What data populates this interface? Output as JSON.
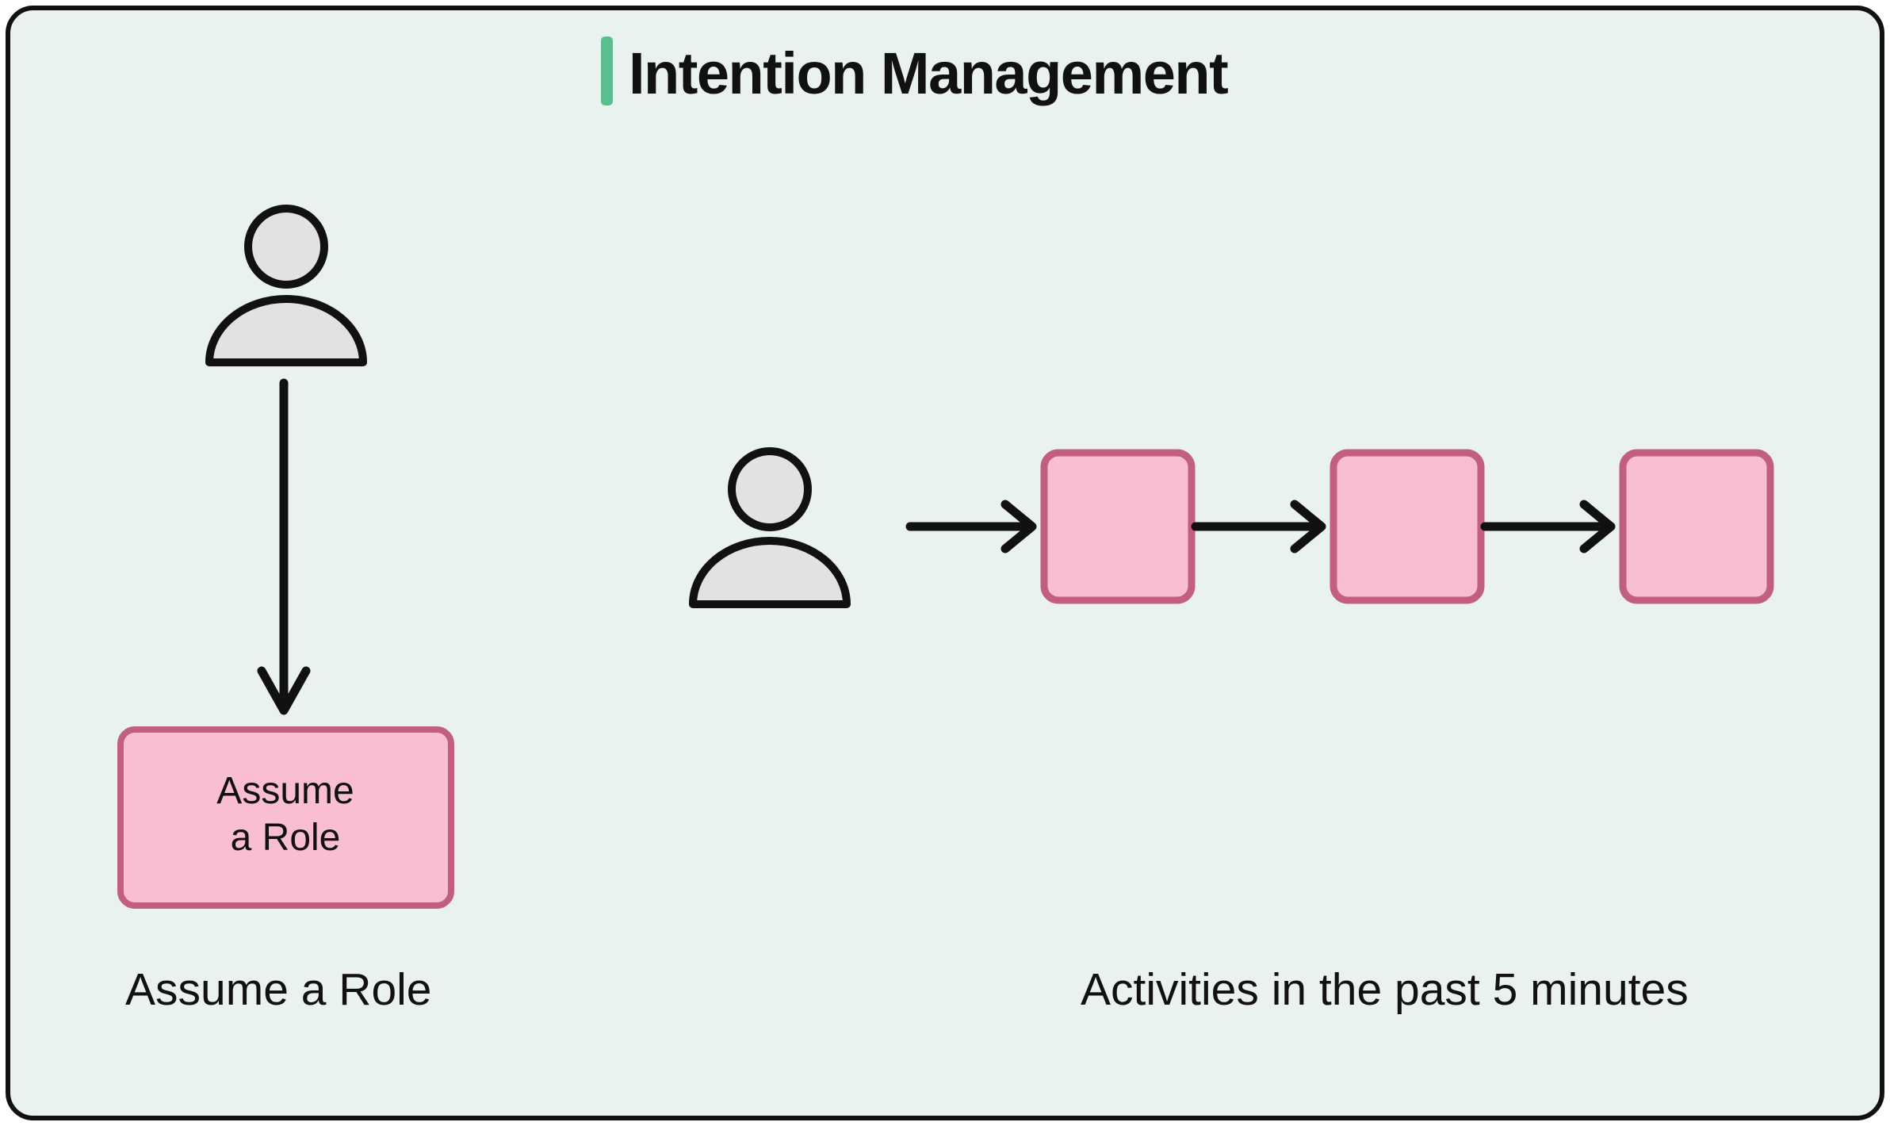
{
  "title": {
    "text": "Intention Management",
    "accent_color": "#5CBE8C"
  },
  "colors": {
    "card_background": "#E9F2EE",
    "card_border": "#111111",
    "node_fill": "#F9BED3",
    "node_border": "#C25E7E",
    "person_fill": "#E2E2E2",
    "stroke": "#111111"
  },
  "left_flow": {
    "actor": "person-icon",
    "box": {
      "line1": "Assume",
      "line2": "a Role"
    },
    "caption": "Assume a Role"
  },
  "right_flow": {
    "actor": "person-icon",
    "activity_count": 3,
    "caption": "Activities in the past 5 minutes"
  }
}
